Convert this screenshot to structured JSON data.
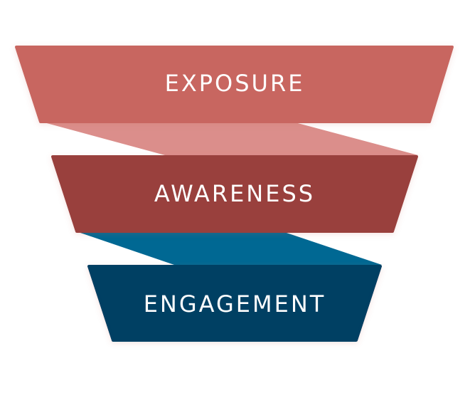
{
  "funnel": {
    "stages": [
      {
        "label": "EXPOSURE",
        "color": "#c86661"
      },
      {
        "label": "AWARENESS",
        "color": "#99403d"
      },
      {
        "label": "ENGAGEMENT",
        "color": "#003f63"
      }
    ],
    "connectors": [
      {
        "color": "#db8e8b"
      },
      {
        "color": "#006893"
      }
    ]
  }
}
